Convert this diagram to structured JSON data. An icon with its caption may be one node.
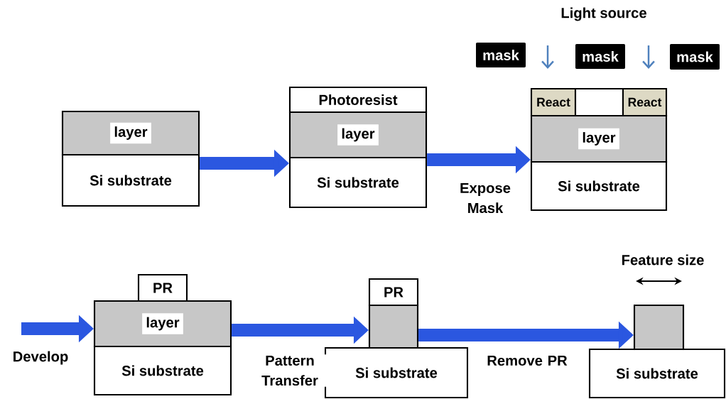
{
  "diagram": {
    "nodes": [
      {
        "text": [
          "layer"
        ]
      },
      {
        "text": [
          "Si substrate"
        ]
      },
      {
        "text": [
          "Photoresist"
        ]
      },
      {
        "text": [
          "layer"
        ]
      },
      {
        "text": [
          "Si substrate"
        ]
      },
      {
        "text": [
          "React"
        ]
      },
      {
        "text": [],
        "shape": "box"
      },
      {
        "text": [
          "React"
        ]
      },
      {
        "text": [
          "layer"
        ]
      },
      {
        "text": [
          "Si substrate"
        ]
      },
      {
        "text": [
          "mask"
        ]
      },
      {
        "text": [
          "mask"
        ]
      },
      {
        "text": [
          "mask"
        ]
      },
      {
        "text": [
          "PR"
        ]
      },
      {
        "text": [
          "layer"
        ]
      },
      {
        "text": [
          "Si substrate"
        ]
      },
      {
        "text": [
          "PR"
        ]
      },
      {
        "text": [],
        "shape": "bar"
      },
      {
        "text": [
          "Si substrate"
        ]
      },
      {
        "text": [],
        "shape": "bar"
      },
      {
        "text": [
          "Si substrate"
        ]
      }
    ],
    "edges": [
      {
        "from": 1,
        "to": 4,
        "arrow": "to"
      },
      {
        "from": 4,
        "to": 8,
        "arrow": "to",
        "label": "Expose Mask"
      },
      {
        "from": null,
        "to": 14,
        "arrow": "to",
        "label": "Develop"
      },
      {
        "from": 14,
        "to": 17,
        "arrow": "to",
        "label": "Pattern Transfer"
      },
      {
        "from": 17,
        "to": 19,
        "arrow": "to",
        "label": "Remove PR"
      }
    ],
    "labels": [
      "Light source",
      "Feature size"
    ]
  }
}
